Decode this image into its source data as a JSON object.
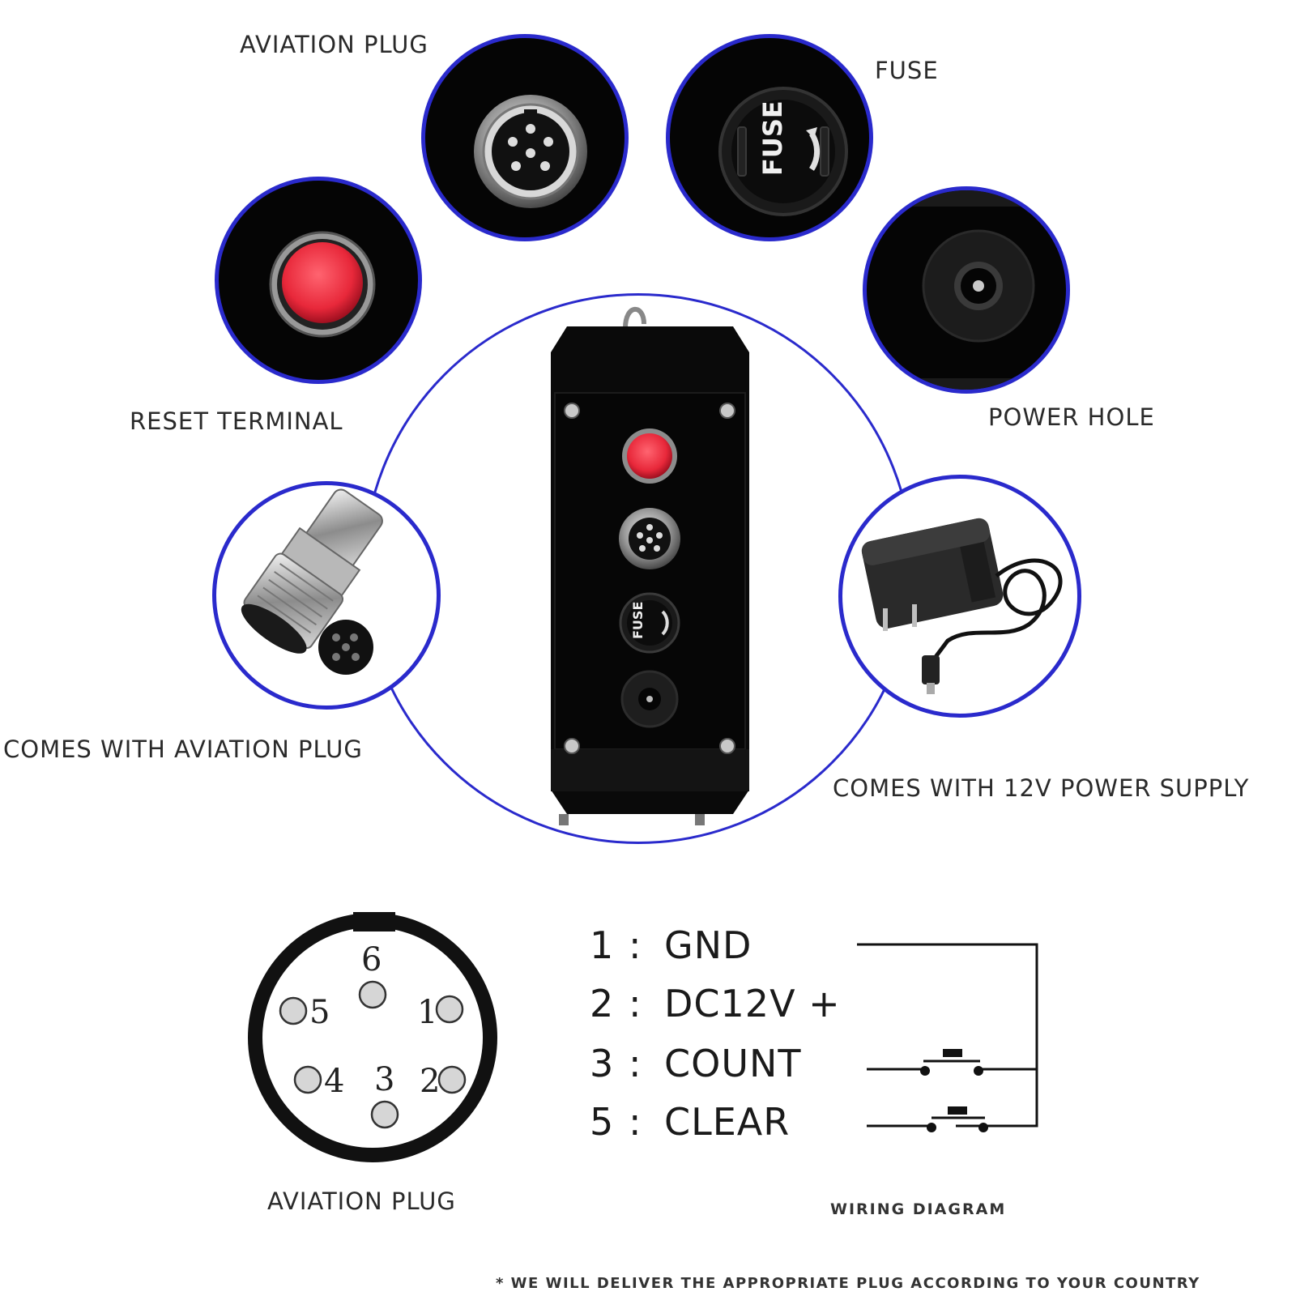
{
  "labels": {
    "aviation_plug": "AVIATION PLUG",
    "fuse": "FUSE",
    "reset_terminal": "RESET TERMINAL",
    "power_hole": "POWER HOLE",
    "comes_with_plug": "COMES WITH AVIATION PLUG",
    "comes_with_power": "COMES WITH 12V POWER SUPPLY"
  },
  "fuse_text": "FUSE",
  "plug_diagram": {
    "caption": "AVIATION PLUG",
    "pins": [
      "6",
      "5",
      "1",
      "4",
      "3",
      "2"
    ]
  },
  "wiring": {
    "caption": "WIRING DIAGRAM",
    "rows": [
      {
        "num": "1",
        "sep": ":",
        "name": "GND"
      },
      {
        "num": "2",
        "sep": ":",
        "name": "DC12V +"
      },
      {
        "num": "3",
        "sep": ":",
        "name": "COUNT"
      },
      {
        "num": "5",
        "sep": ":",
        "name": "CLEAR"
      }
    ]
  },
  "footnote": "* WE WILL DELIVER THE APPROPRIATE PLUG ACCORDING TO YOUR COUNTRY",
  "colors": {
    "ring": "#2a2acc",
    "button_red": "#e8283a"
  }
}
